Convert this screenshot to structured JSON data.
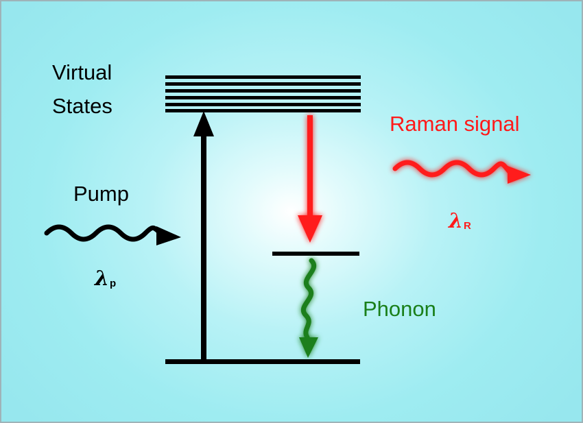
{
  "labels": {
    "virtual_states_line1": "Virtual",
    "virtual_states_line2": "States",
    "pump": "Pump",
    "raman_signal": "Raman signal",
    "phonon": "Phonon",
    "lambda_symbol": "λ",
    "lambda_pump_sub": "p",
    "lambda_raman_sub": "R"
  },
  "colors": {
    "levels": "#000000",
    "pump_arrow": "#000000",
    "raman_arrow": "#ff1a1a",
    "phonon_arrow": "#1a7f1a",
    "background": "#9eecf1"
  }
}
